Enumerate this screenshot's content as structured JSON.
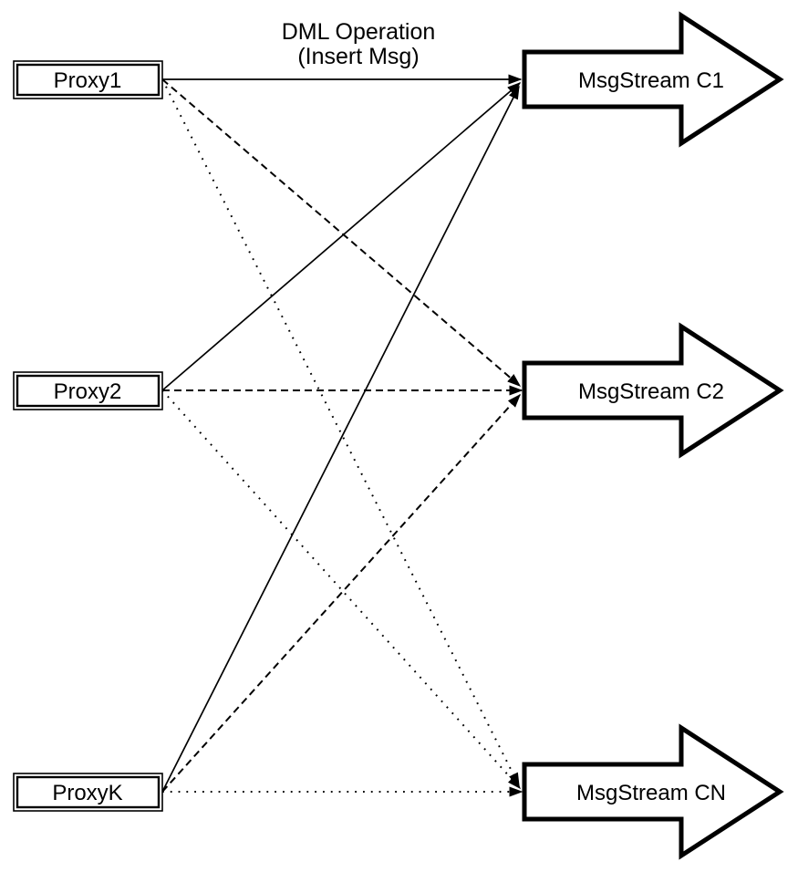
{
  "diagram": {
    "title": {
      "line1": "DML Operation",
      "line2": "(Insert Msg)"
    },
    "proxies": [
      {
        "label": "Proxy1"
      },
      {
        "label": "Proxy2"
      },
      {
        "label": "ProxyK"
      }
    ],
    "streams": [
      {
        "label": "MsgStream C1"
      },
      {
        "label": "MsgStream C2"
      },
      {
        "label": "MsgStream CN"
      }
    ],
    "edges": [
      {
        "from": "Proxy1",
        "to": "MsgStream C1",
        "style": "solid"
      },
      {
        "from": "Proxy2",
        "to": "MsgStream C1",
        "style": "solid"
      },
      {
        "from": "ProxyK",
        "to": "MsgStream C1",
        "style": "solid"
      },
      {
        "from": "Proxy1",
        "to": "MsgStream C2",
        "style": "dashed"
      },
      {
        "from": "Proxy2",
        "to": "MsgStream C2",
        "style": "dashed"
      },
      {
        "from": "ProxyK",
        "to": "MsgStream C2",
        "style": "dashed"
      },
      {
        "from": "Proxy1",
        "to": "MsgStream CN",
        "style": "dotted"
      },
      {
        "from": "Proxy2",
        "to": "MsgStream CN",
        "style": "dotted"
      },
      {
        "from": "ProxyK",
        "to": "MsgStream CN",
        "style": "dotted"
      }
    ],
    "colors": {
      "stroke": "#000000",
      "fill": "#ffffff"
    }
  }
}
